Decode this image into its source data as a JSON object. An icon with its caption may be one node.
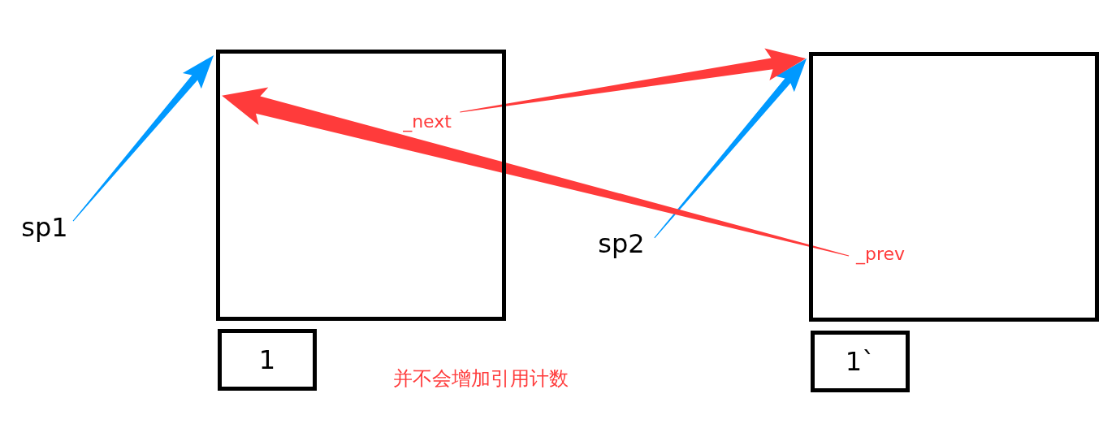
{
  "diagram": {
    "nodes": [
      {
        "text": [
          "sp1"
        ]
      },
      {
        "text": [],
        "shape": "box"
      },
      {
        "text": [
          "1"
        ]
      },
      {
        "text": [
          "sp2"
        ]
      },
      {
        "text": [],
        "shape": "box"
      },
      {
        "text": [
          "1`"
        ]
      },
      {
        "text": [
          "_next"
        ],
        "in": 1
      },
      {
        "text": [
          "_prev"
        ],
        "in": 4
      }
    ],
    "edges": [
      {
        "from": 0,
        "to": 1,
        "arrow": "to",
        "color": "#0099ff"
      },
      {
        "from": 3,
        "to": 4,
        "arrow": "to",
        "color": "#0099ff"
      },
      {
        "from": 6,
        "to": 4,
        "arrow": "to",
        "color": "#ff3b3b"
      },
      {
        "from": 7,
        "to": 1,
        "arrow": "to",
        "color": "#ff3b3b"
      }
    ],
    "labels": [
      "并不会增加引用计数"
    ]
  }
}
